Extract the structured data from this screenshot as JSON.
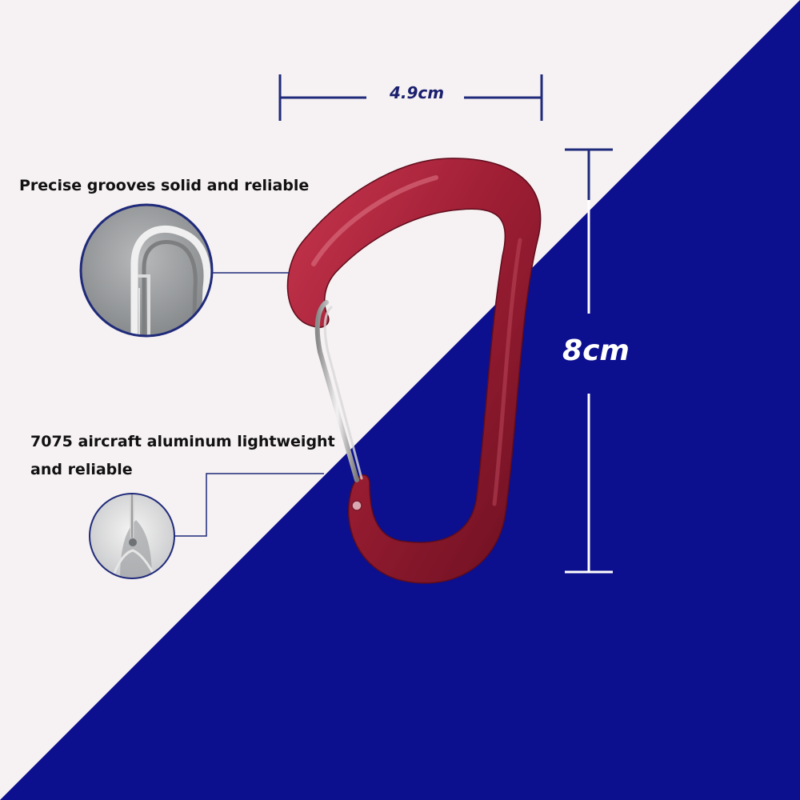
{
  "callouts": {
    "top": "Precise grooves solid and reliable",
    "bottom_line1": "7075 aircraft aluminum lightweight",
    "bottom_line2": "and reliable"
  },
  "dimensions": {
    "width": "4.9cm",
    "height": "8cm"
  },
  "colors": {
    "background_light": "#f6f1f2",
    "background_dark": "#0c0f8e",
    "carabiner_red": "#9e1e34",
    "dimension_line_dark": "#1f2a7a",
    "dimension_line_light": "#ffffff"
  }
}
